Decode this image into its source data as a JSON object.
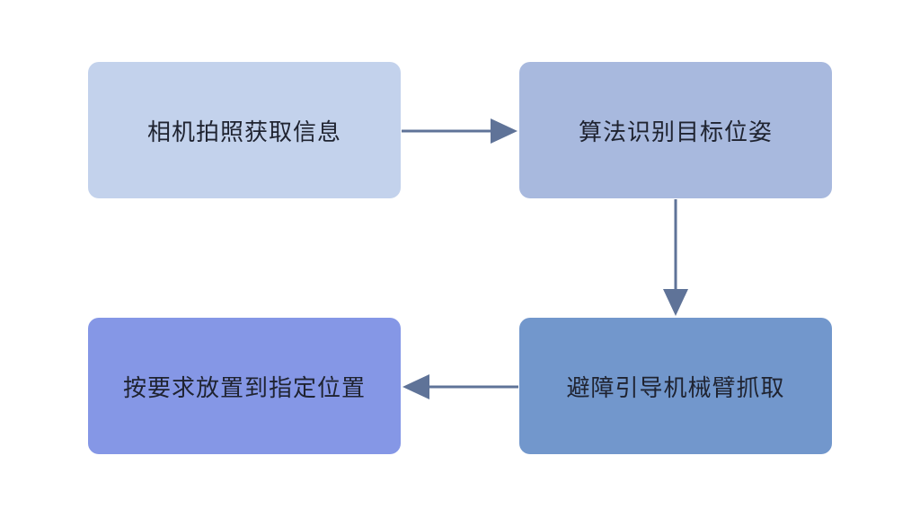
{
  "diagram": {
    "nodes": [
      {
        "id": "n1",
        "label": "相机拍照获取信息",
        "color": "#c3d2ec"
      },
      {
        "id": "n2",
        "label": "算法识别目标位姿",
        "color": "#a8b9de"
      },
      {
        "id": "n3",
        "label": "避障引导机械臂抓取",
        "color": "#7297cc"
      },
      {
        "id": "n4",
        "label": "按要求放置到指定位置",
        "color": "#8597e6"
      }
    ],
    "edges": [
      {
        "from": "n1",
        "to": "n2"
      },
      {
        "from": "n2",
        "to": "n3"
      },
      {
        "from": "n3",
        "to": "n4"
      }
    ],
    "arrow_color": "#5f7398"
  }
}
